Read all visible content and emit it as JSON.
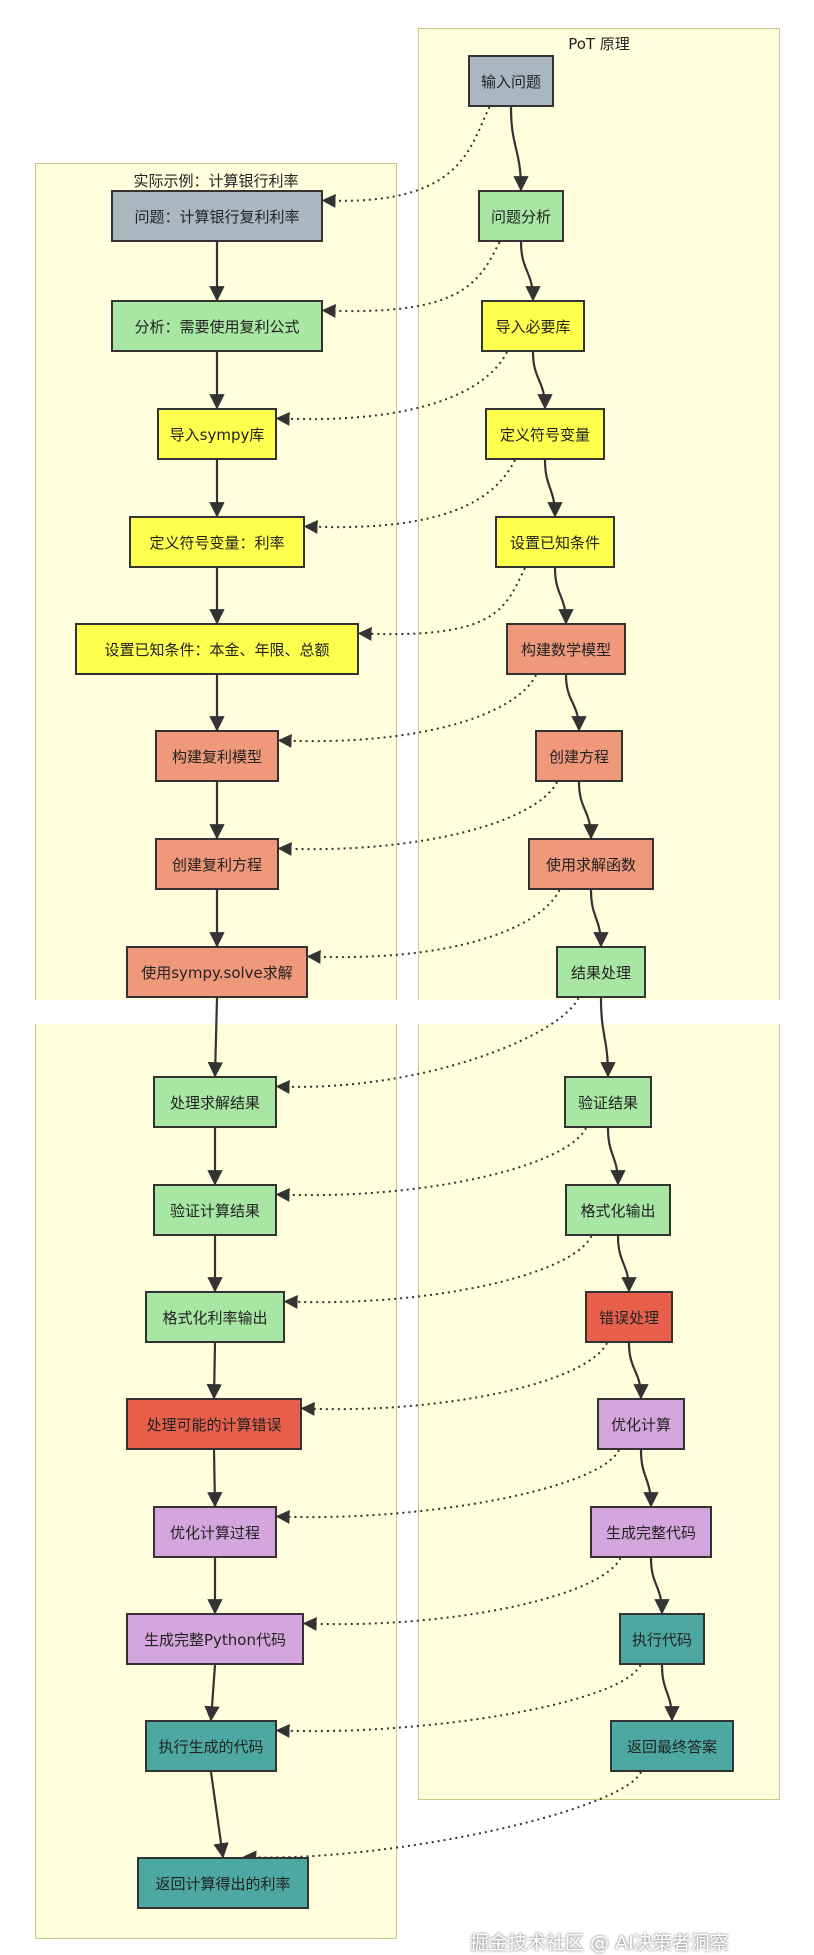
{
  "groups": {
    "theory_title": "PoT 原理",
    "example_title": "实际示例：计算银行利率"
  },
  "theory_nodes": [
    {
      "label": "输入问题",
      "color": "gray"
    },
    {
      "label": "问题分析",
      "color": "green"
    },
    {
      "label": "导入必要库",
      "color": "yellow"
    },
    {
      "label": "定义符号变量",
      "color": "yellow"
    },
    {
      "label": "设置已知条件",
      "color": "yellow"
    },
    {
      "label": "构建数学模型",
      "color": "salmon"
    },
    {
      "label": "创建方程",
      "color": "salmon"
    },
    {
      "label": "使用求解函数",
      "color": "salmon"
    },
    {
      "label": "结果处理",
      "color": "green"
    },
    {
      "label": "验证结果",
      "color": "green"
    },
    {
      "label": "格式化输出",
      "color": "green"
    },
    {
      "label": "错误处理",
      "color": "red"
    },
    {
      "label": "优化计算",
      "color": "purple"
    },
    {
      "label": "生成完整代码",
      "color": "purple"
    },
    {
      "label": "执行代码",
      "color": "teal"
    },
    {
      "label": "返回最终答案",
      "color": "teal"
    }
  ],
  "example_nodes": [
    {
      "label": "问题：计算银行复利利率",
      "color": "gray"
    },
    {
      "label": "分析：需要使用复利公式",
      "color": "green"
    },
    {
      "label": "导入sympy库",
      "color": "yellow"
    },
    {
      "label": "定义符号变量：利率",
      "color": "yellow"
    },
    {
      "label": "设置已知条件：本金、年限、总额",
      "color": "yellow"
    },
    {
      "label": "构建复利模型",
      "color": "salmon"
    },
    {
      "label": "创建复利方程",
      "color": "salmon"
    },
    {
      "label": "使用sympy.solve求解",
      "color": "salmon"
    },
    {
      "label": "处理求解结果",
      "color": "green"
    },
    {
      "label": "验证计算结果",
      "color": "green"
    },
    {
      "label": "格式化利率输出",
      "color": "green"
    },
    {
      "label": "处理可能的计算错误",
      "color": "red"
    },
    {
      "label": "优化计算过程",
      "color": "purple"
    },
    {
      "label": "生成完整Python代码",
      "color": "purple"
    },
    {
      "label": "执行生成的代码",
      "color": "teal"
    },
    {
      "label": "返回计算得出的利率",
      "color": "teal"
    }
  ],
  "colors": {
    "gray": "#aab7c0",
    "green": "#a8e6a3",
    "yellow": "#ffff4d",
    "salmon": "#f0987a",
    "red": "#e8604c",
    "purple": "#d5a6dd",
    "teal": "#4ca8a0",
    "group_fill": "#ffffdd",
    "group_border": "#c9c98a",
    "edge": "#333333"
  },
  "watermark": "掘金技术社区 @ AI决策者洞察"
}
